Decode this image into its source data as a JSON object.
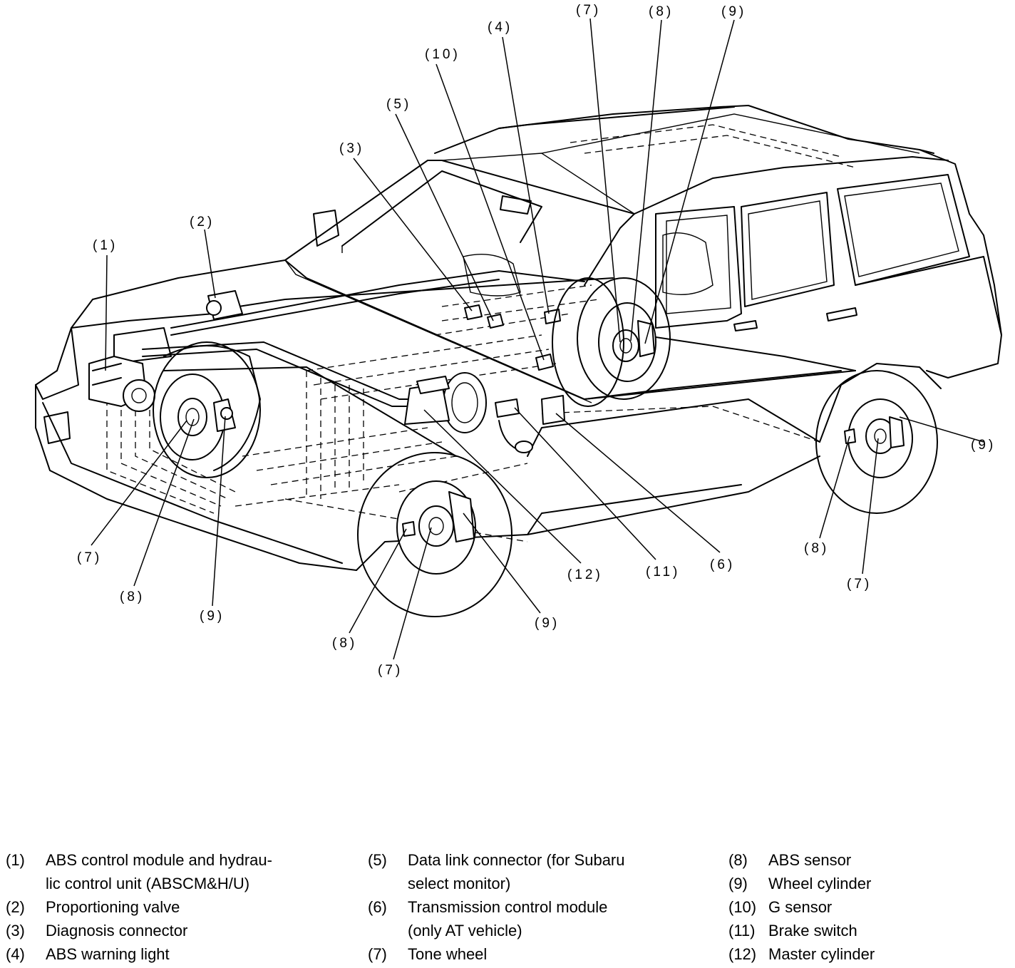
{
  "callouts": {
    "c1": "(1)",
    "c2": "(2)",
    "c3": "(3)",
    "c4": "(4)",
    "c5": "(5)",
    "c6": "(6)",
    "c7": "(7)",
    "c8": "(8)",
    "c9": "(9)",
    "c10": "(10)",
    "c11": "(11)",
    "c12": "(12)"
  },
  "legend": {
    "col1": [
      {
        "num": "(1)",
        "lines": [
          "ABS control module and hydrau-",
          "lic control unit (ABSCM&H/U)"
        ]
      },
      {
        "num": "(2)",
        "lines": [
          "Proportioning valve"
        ]
      },
      {
        "num": "(3)",
        "lines": [
          "Diagnosis connector"
        ]
      },
      {
        "num": "(4)",
        "lines": [
          "ABS warning light"
        ]
      }
    ],
    "col2": [
      {
        "num": "(5)",
        "lines": [
          "Data link connector (for Subaru",
          "select monitor)"
        ]
      },
      {
        "num": "(6)",
        "lines": [
          "Transmission control module",
          "(only AT vehicle)"
        ]
      },
      {
        "num": "(7)",
        "lines": [
          "Tone wheel"
        ]
      }
    ],
    "col3": [
      {
        "num": "(8)",
        "lines": [
          "ABS sensor"
        ]
      },
      {
        "num": "(9)",
        "lines": [
          "Wheel cylinder"
        ]
      },
      {
        "num": "(10)",
        "lines": [
          "G sensor"
        ]
      },
      {
        "num": "(11)",
        "lines": [
          "Brake switch"
        ]
      },
      {
        "num": "(12)",
        "lines": [
          "Master cylinder"
        ]
      }
    ]
  }
}
